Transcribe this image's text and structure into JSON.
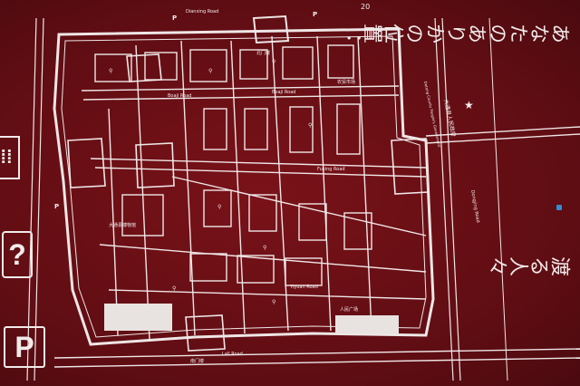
{
  "roads": {
    "top": "Dianxing Road",
    "mid_left": "Boaji Road",
    "mid": "Boaji Road",
    "center": "Fuxing Road",
    "lower": "Yiyuan Road",
    "bottom": "Lali Road",
    "right": "Dongjing Road"
  },
  "places": {
    "government": "大通县人民政府",
    "government_en": "Datong County People's Government",
    "market": "农贸市场",
    "north_gate": "北门楼",
    "hall": "大通县博物馆",
    "south_tower": "南门楼",
    "square": "人民广场"
  },
  "signage": {
    "title_jp": "あなたのありかの位置：",
    "sub_jp": "渡る人々",
    "top_right_code": "20"
  },
  "icons": {
    "parking": "P",
    "question": "?",
    "you_are_here": "star-icon",
    "restroom": "restroom-icon"
  },
  "colors": {
    "board": "#5e0d13",
    "line": "#f1eaea",
    "accent": "#2f8fd0"
  }
}
